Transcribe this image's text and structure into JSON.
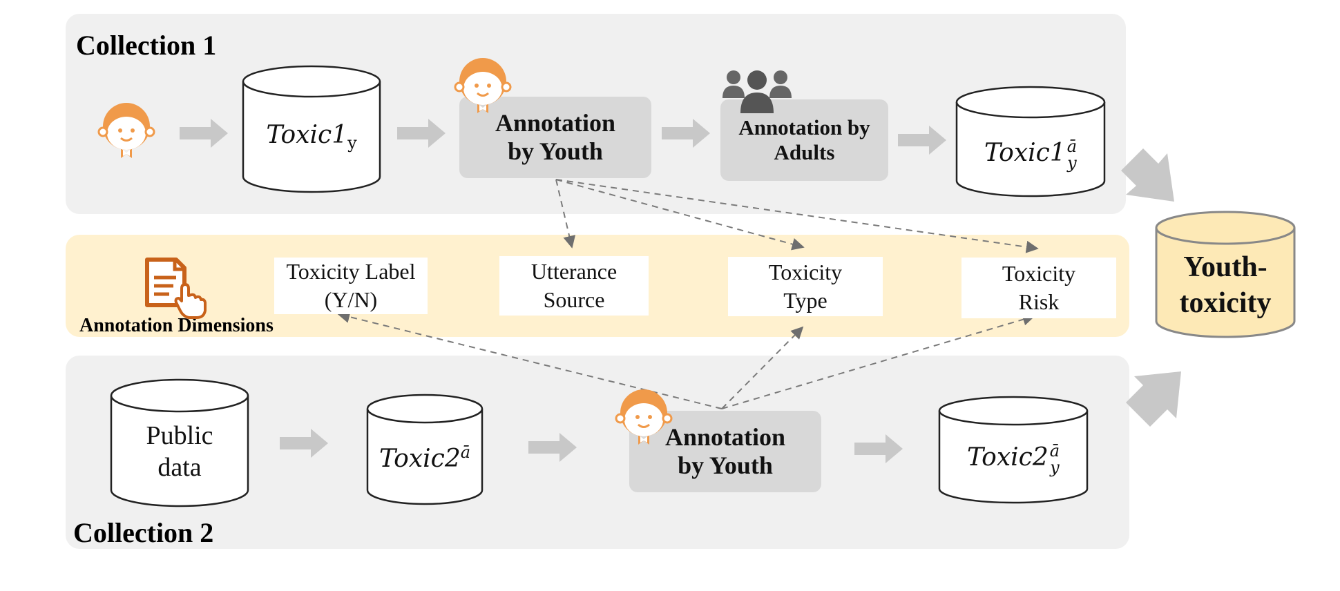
{
  "collection1": {
    "title": "Collection 1",
    "dataset1": {
      "base": "Toxic1",
      "sub": "y"
    },
    "annotation_youth": "Annotation\nby Youth",
    "annotation_adults": "Annotation by\nAdults",
    "dataset2": {
      "base": "Toxic1",
      "sup": "ā",
      "sub": "y"
    }
  },
  "dimensions": {
    "title": "Annotation Dimensions",
    "items": [
      "Toxicity Label\n(Y/N)",
      "Utterance\nSource",
      "Toxicity\nType",
      "Toxicity\nRisk"
    ]
  },
  "collection2": {
    "title": "Collection 2",
    "public_data": "Public\ndata",
    "dataset1": {
      "base": "Toxic2",
      "sup": "ā"
    },
    "annotation_youth": "Annotation\nby Youth",
    "dataset2": {
      "base": "Toxic2",
      "sup": "ā",
      "sub": "y"
    }
  },
  "output": {
    "label": "Youth-\ntoxicity"
  },
  "colors": {
    "accent_orange": "#f09a4a",
    "icon_dark_orange": "#c8621a",
    "panel_gray": "#f0f0f0",
    "panel_yellow": "#fff1cf",
    "box_gray": "#d8d8d8",
    "arrow_gray": "#c8c8c8",
    "output_fill": "#fde9b6"
  },
  "icons": [
    "child-icon",
    "group-of-adults-icon",
    "document-pointer-icon"
  ]
}
